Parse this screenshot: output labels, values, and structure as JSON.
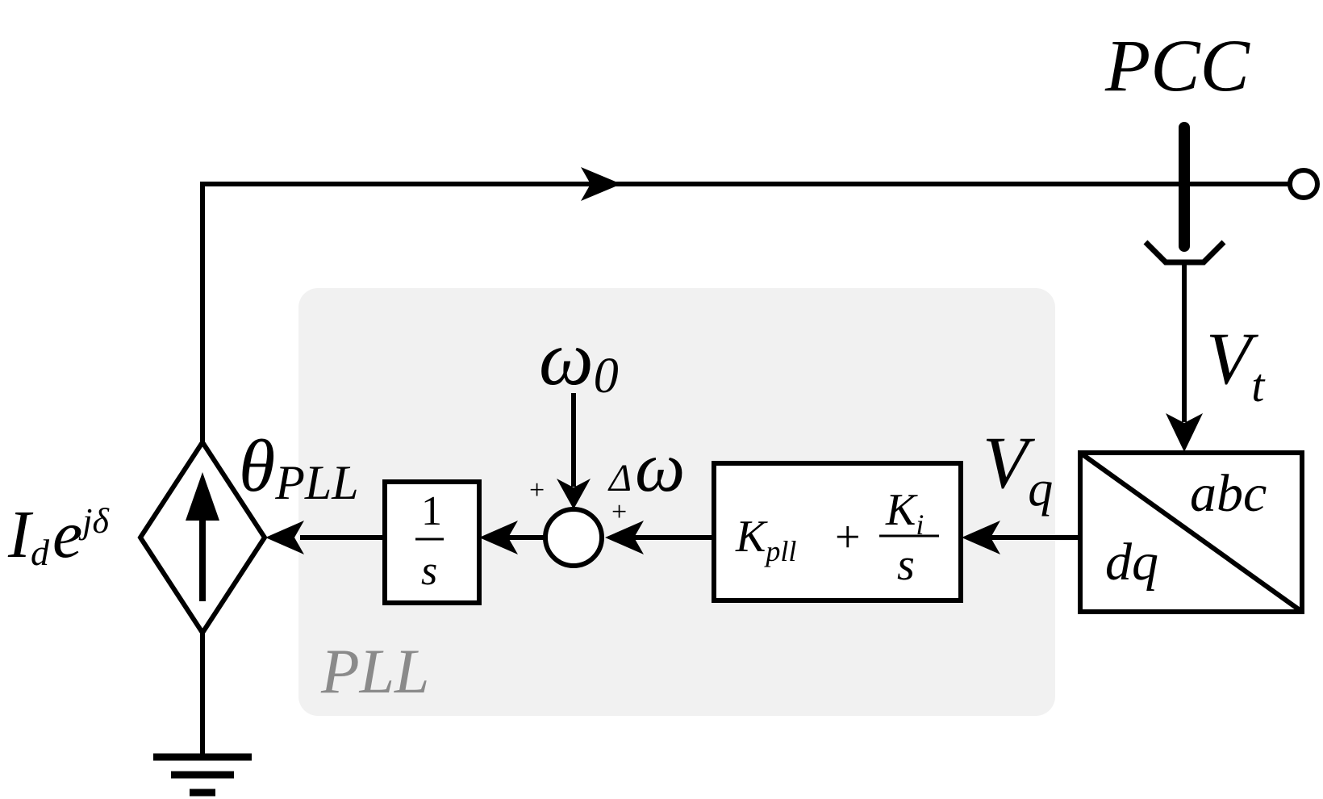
{
  "node_labels": {
    "pcc": "PCC",
    "vt_main": "V",
    "vt_sub": "t",
    "vq_main": "V",
    "vq_sub": "q",
    "omega0_main": "ω",
    "omega0_sub": "0",
    "delta_omega_delta": "Δ",
    "delta_omega_omega": "ω",
    "theta_main": "θ",
    "theta_sub": "PLL",
    "source_I": "I",
    "source_d": "d",
    "source_e": "e",
    "source_exp": "jδ",
    "pll_region": "PLL"
  },
  "blocks": {
    "transform_top": "abc",
    "transform_bottom": "dq",
    "pi_k": "K",
    "pi_pll": "pll",
    "pi_plus": "+",
    "pi_ki": "K",
    "pi_i": "i",
    "pi_s": "s",
    "integrator_num": "1",
    "integrator_den": "s"
  },
  "sum_signs": {
    "top": "+",
    "right": "+"
  },
  "colors": {
    "pll_background": "#f1f1f1",
    "pll_label": "#8a8a8a",
    "line": "#000000"
  }
}
